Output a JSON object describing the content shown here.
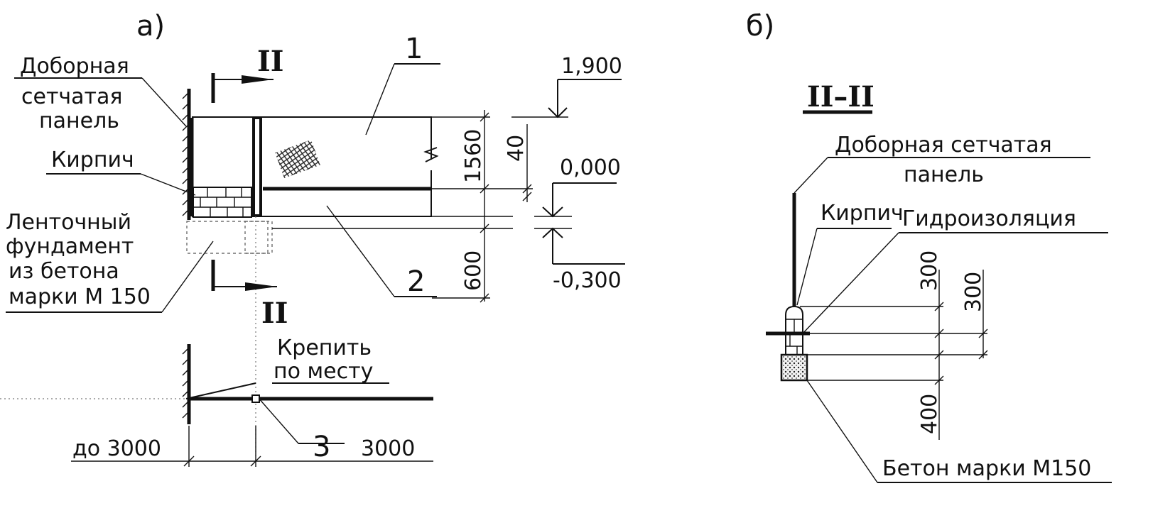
{
  "figure_a": {
    "label": "а)",
    "section_marks": [
      "II",
      "II"
    ],
    "labels": {
      "panel_top": "Доборная",
      "panel_line2": "сетчатая",
      "panel_line3": "панель",
      "brick": "Кирпич",
      "found_1": "Ленточный",
      "found_2": "фундамент",
      "found_3": "из бетона",
      "found_4": "марки М 150",
      "attach_1": "Крепить",
      "attach_2": "по месту"
    },
    "callouts": [
      "1",
      "2",
      "3"
    ],
    "dimensions": {
      "panel_height": "1560",
      "gap": "40",
      "found_depth": "600",
      "span_left": "до 3000",
      "span_right": "3000"
    },
    "levels": {
      "top": "1,900",
      "ground": "0,000",
      "bottom": "-0,300"
    }
  },
  "figure_b": {
    "label": "б)",
    "section_title": "II–II",
    "labels": {
      "panel_1": "Доборная сетчатая",
      "panel_2": "панель",
      "brick": "Кирпич",
      "waterproof": "Гидроизоляция",
      "concrete": "Бетон марки М150"
    },
    "dimensions": {
      "d1": "300",
      "d2": "300",
      "d3": "400"
    }
  }
}
